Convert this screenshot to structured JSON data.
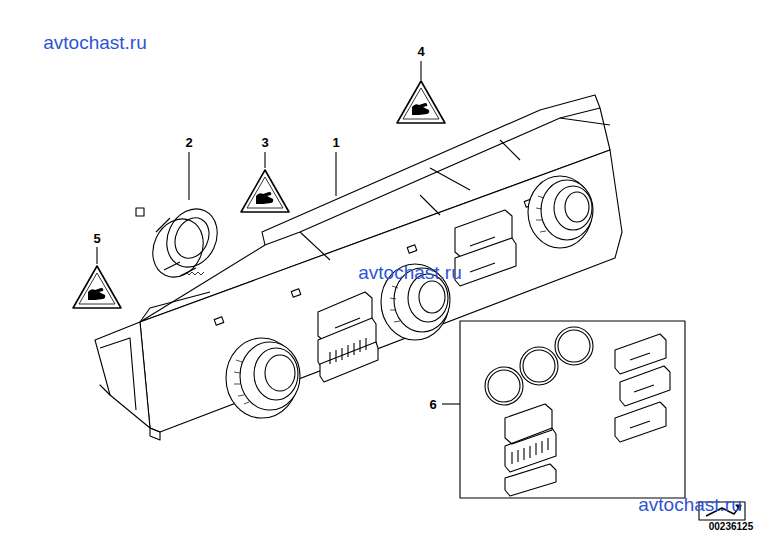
{
  "diagram": {
    "labels": [
      "avtochast.ru",
      "4",
      "2",
      "3",
      "1",
      "5",
      "avtochast.ru",
      "6",
      "avtochast.ru",
      "00236125"
    ]
  }
}
